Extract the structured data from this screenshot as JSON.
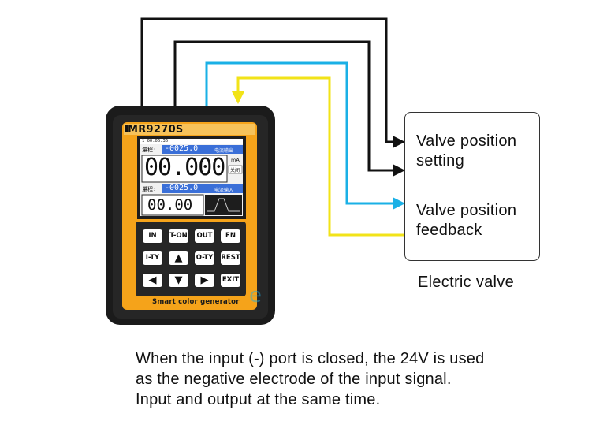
{
  "device": {
    "model": "MR9270S",
    "screen": {
      "status_bar": "1 00:06:36",
      "output_label": "量程:",
      "output_value": "-0025.0",
      "output_mode": "电流输出",
      "main_value": "00.000",
      "main_unit": "mA",
      "main_status": "关闭",
      "input_label": "量程:",
      "input_value": "-0025.0",
      "input_mode": "电流输入",
      "secondary_value": "00.00"
    },
    "keys": [
      {
        "id": "in",
        "label": "IN"
      },
      {
        "id": "t-on",
        "label": "T-ON"
      },
      {
        "id": "out",
        "label": "OUT"
      },
      {
        "id": "fn",
        "label": "FN"
      },
      {
        "id": "i-ty",
        "label": "I-TY"
      },
      {
        "id": "up",
        "label": "▲"
      },
      {
        "id": "o-ty",
        "label": "O-TY"
      },
      {
        "id": "rest",
        "label": "REST"
      },
      {
        "id": "left",
        "label": "◀"
      },
      {
        "id": "down",
        "label": "▼"
      },
      {
        "id": "right",
        "label": "▶"
      },
      {
        "id": "exit",
        "label": "EXIT"
      }
    ],
    "footer_label": "Smart color generator"
  },
  "valve": {
    "setting_line1": "Valve position",
    "setting_line2": "setting",
    "feedback_line1": "Valve position",
    "feedback_line2": "feedback",
    "name": "Electric valve"
  },
  "caption": {
    "line1": "When the input (-) port is closed, the 24V is used",
    "line2": "as the negative electrode of the input signal.",
    "line3": "Input and output at the same time."
  },
  "colors": {
    "wire_black": "#111111",
    "wire_cyan": "#1ab0e6",
    "wire_yellow": "#f2e318",
    "device_orange": "#f5a31a",
    "device_body": "#1a1a1a",
    "lcd_blue": "#3a6fd8"
  }
}
